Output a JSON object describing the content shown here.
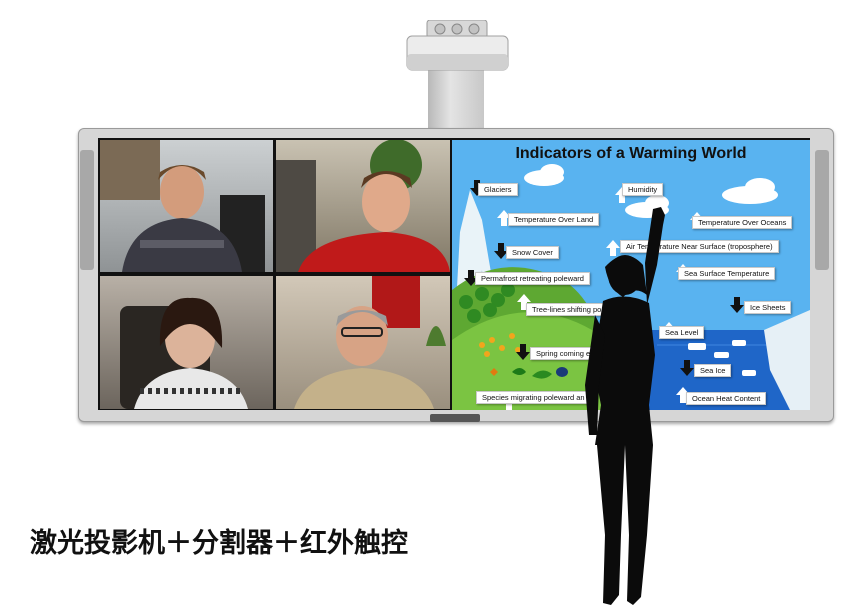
{
  "slide": {
    "title": "Indicators of a Warming World",
    "labels": {
      "glaciers": "Glaciers",
      "humidity": "Humidity",
      "temp_over_land": "Temperature Over Land",
      "temp_over_oceans": "Temperature Over Oceans",
      "snow_cover": "Snow Cover",
      "air_temp": "Air Temperature Near Surface (troposphere)",
      "permafrost": "Permafrost retreating poleward",
      "sea_surface_temp": "Sea Surface Temperature",
      "ice_sheets": "Ice Sheets",
      "tree_lines": "Tree-lines shifting po",
      "sea_level": "Sea Level",
      "spring": "Spring coming e",
      "sea_ice": "Sea Ice",
      "species": "Species migrating poleward an",
      "ocean_heat": "Ocean Heat Content"
    }
  },
  "caption": "激光投影机＋分割器＋红外触控",
  "colors": {
    "sky": "#59b3f0",
    "ocean": "#1f66c8",
    "land": "#7bc442",
    "silhouette": "#0b0b0b"
  }
}
